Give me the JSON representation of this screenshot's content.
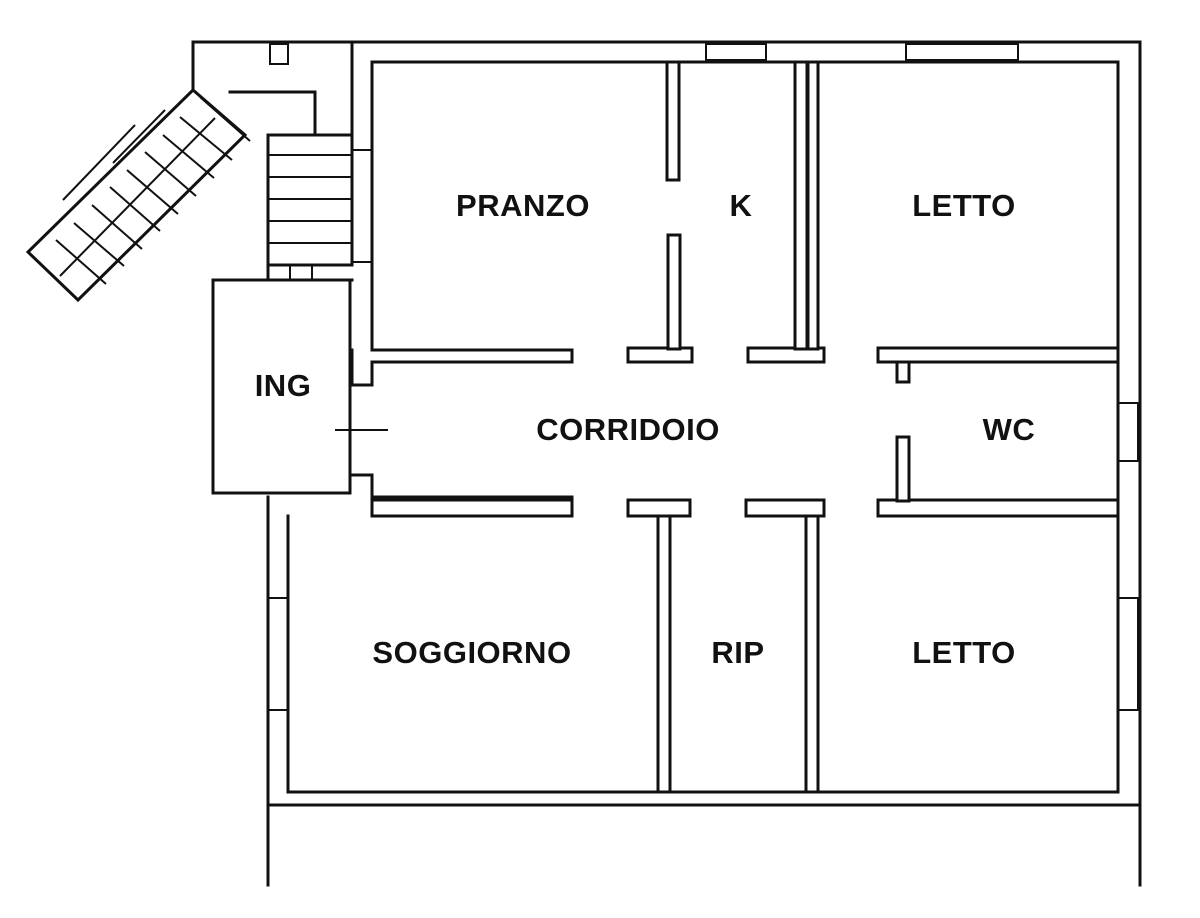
{
  "rooms": {
    "pranzo": "PRANZO",
    "cucina": "K",
    "letto_top": "LETTO",
    "ingresso": "ING",
    "corridoio": "CORRIDOIO",
    "wc": "WC",
    "soggiorno": "SOGGIORNO",
    "ripostiglio": "RIP",
    "letto_bottom": "LETTO"
  },
  "colors": {
    "wall": "#111111",
    "background": "#ffffff"
  }
}
